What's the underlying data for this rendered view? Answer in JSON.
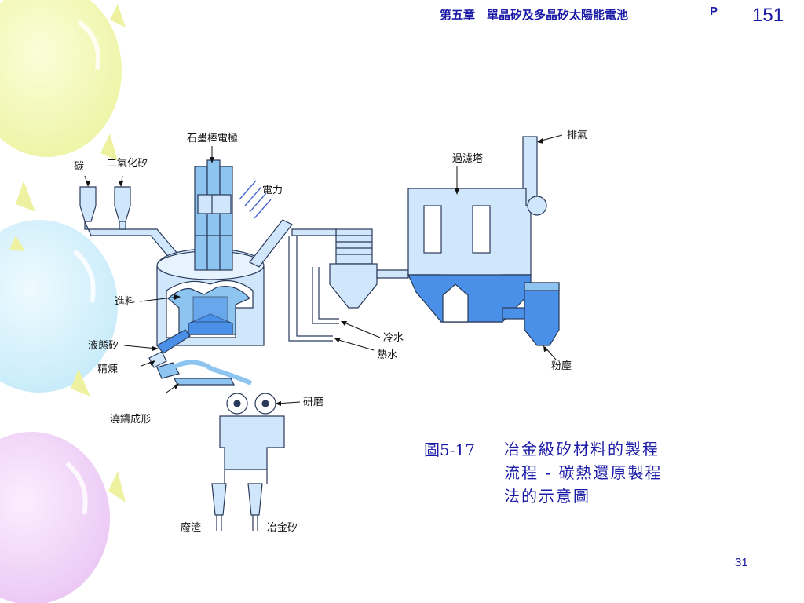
{
  "header": {
    "chapter_title": "第五章　單晶矽及多晶矽太陽能電池",
    "p_mark": "P",
    "page_number": "151"
  },
  "footer": {
    "slide_number": "31"
  },
  "figure": {
    "caption_number": "圖5-17",
    "caption_lines": [
      "冶金級矽材料的製程",
      "流程 - 碳熱還原製程",
      "法的示意圖"
    ]
  },
  "labels": {
    "graphite_electrode": "石墨棒電極",
    "carbon": "碳",
    "silica": "二氧化矽",
    "power": "電力",
    "filter_tower": "過濾塔",
    "exhaust": "排氣",
    "feed": "進料",
    "liquid_silicon": "液態矽",
    "refining": "精煉",
    "casting": "澆鑄成形",
    "grinding": "研磨",
    "cold_water": "冷水",
    "hot_water": "熱水",
    "dust": "粉塵",
    "slag": "廢渣",
    "mg_silicon": "冶金矽"
  },
  "colors": {
    "title_text": "#1a1aa6",
    "light_blue": "#cfe6fb",
    "mid_blue": "#8ec4f0",
    "deep_blue": "#4a90e8",
    "outline": "#2a3a5a"
  }
}
